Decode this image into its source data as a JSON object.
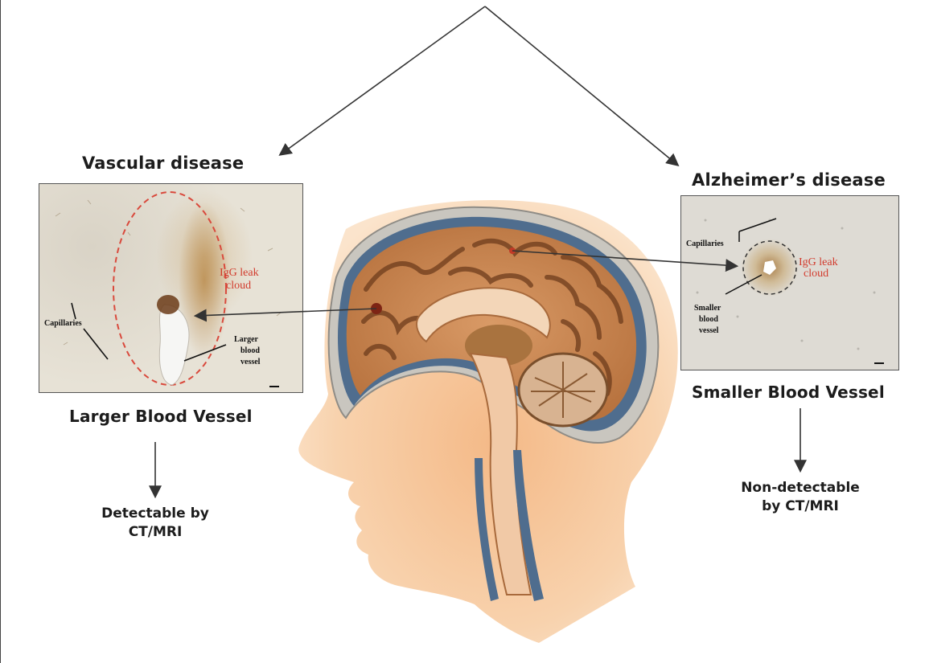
{
  "headings": {
    "left_title": "Vascular disease",
    "right_title": "Alzheimer’s disease",
    "left_vessel": "Larger Blood Vessel",
    "right_vessel": "Smaller Blood Vessel"
  },
  "outcomes": {
    "left_line1": "Detectable by",
    "left_line2": "CT/MRI",
    "right_line1": "Non-detectable",
    "right_line2": "by CT/MRI"
  },
  "left_panel": {
    "leak_line1": "IgG leak",
    "leak_line2": "cloud",
    "capillaries": "Capillaries",
    "vessel_line1": "Larger",
    "vessel_line2": "blood",
    "vessel_line3": "vessel"
  },
  "right_panel": {
    "leak_line1": "IgG leak",
    "leak_line2": "cloud",
    "capillaries": "Capillaries",
    "vessel_line1": "Smaller",
    "vessel_line2": "blood",
    "vessel_line3": "vessel"
  },
  "colors": {
    "heading_text": "#1c1c1c",
    "leak_label_red": "#d23a2c",
    "dashed_outline_red": "#d9493c",
    "skin": "#f6c9a0",
    "brain": "#c9834f",
    "dura_blue": "#4f6d8e",
    "arrow": "#333333"
  },
  "icons": {
    "head_illustration": "sagittal-head-brain-illustration",
    "arrows": "arrow-icon"
  }
}
